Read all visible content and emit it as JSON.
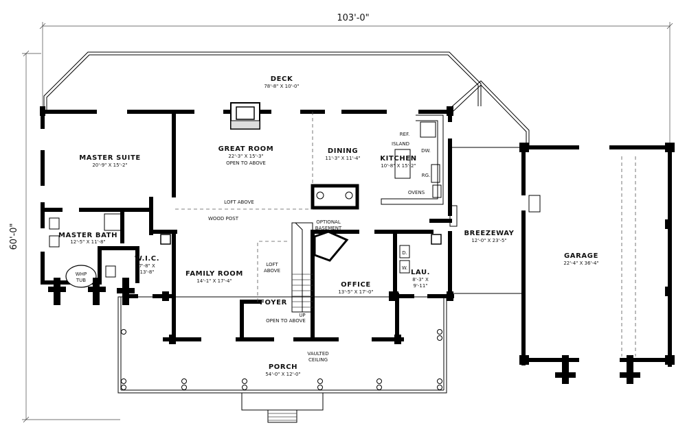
{
  "overall": {
    "width": "103'-0\"",
    "depth": "60'-0\""
  },
  "rooms": {
    "deck": {
      "name": "DECK",
      "size": "78'-8\" X 10'-0\""
    },
    "master_suite": {
      "name": "MASTER SUITE",
      "size": "20'-9\" X 15'-2\""
    },
    "great_room": {
      "name": "GREAT ROOM",
      "size": "22'-3\" X 15'-3\"",
      "note": "OPEN TO ABOVE"
    },
    "dining": {
      "name": "DINING",
      "size": "11'-3\" X 11'-4\""
    },
    "kitchen": {
      "name": "KITCHEN",
      "size": "10'-8\" X 15'-2\""
    },
    "master_bath": {
      "name": "MASTER BATH",
      "size": "12'-5\" X 11'-8\""
    },
    "wic": {
      "name": "W.I.C.",
      "size_1": "7'-8\" X",
      "size_2": "13'-8\""
    },
    "family_room": {
      "name": "FAMILY ROOM",
      "size": "14'-1\" X 17'-4\""
    },
    "foyer": {
      "name": "FOYER",
      "note": "OPEN TO ABOVE"
    },
    "office": {
      "name": "OFFICE",
      "size": "13'-5\" X 17'-0\""
    },
    "lau": {
      "name": "LAU.",
      "size_1": "8'-3\" X",
      "size_2": "9'-11\""
    },
    "breezeway": {
      "name": "BREEZEWAY",
      "size": "12'-0\" X 23'-5\""
    },
    "garage": {
      "name": "GARAGE",
      "size": "22'-4\" X 36'-4\""
    },
    "porch": {
      "name": "PORCH",
      "size": "54'-0\" X 12'-0\""
    }
  },
  "labels": {
    "loft_above": "LOFT ABOVE",
    "loft_1": "LOFT",
    "loft_2": "ABOVE",
    "wood_post": "WOOD POST",
    "optional_1": "OPTIONAL",
    "optional_2": "BASEMENT",
    "ref": "REF.",
    "island": "ISLAND",
    "dw": "DW.",
    "rg": "RG.",
    "ovens": "OVENS",
    "whp": "WHP",
    "tub": "TUB",
    "up": "UP",
    "d": "D.",
    "w": "W.",
    "vaulted": "VAULTED",
    "ceiling": "CEILING"
  }
}
